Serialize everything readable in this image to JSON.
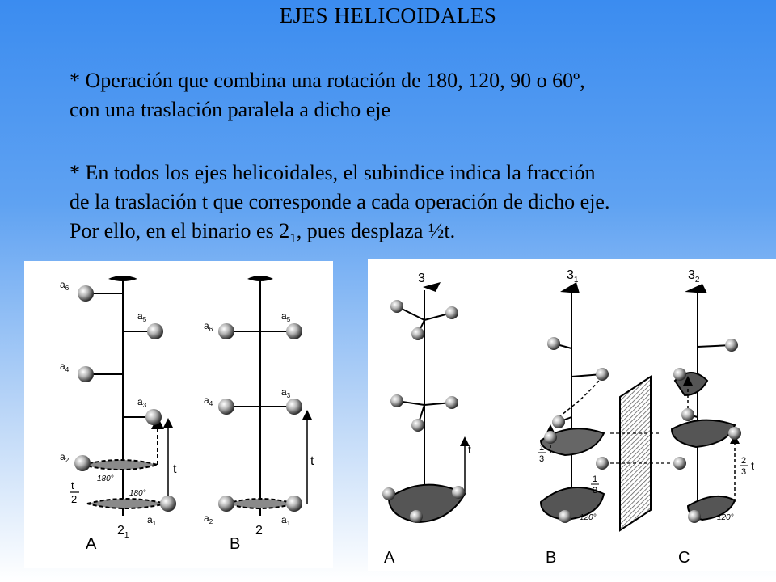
{
  "slide": {
    "title": "EJES HELICOIDALES",
    "para1_lines": [
      "* Operación que combina una rotación de 180, 120, 90 o 60º,",
      "con una traslación paralela a dicho eje"
    ],
    "para2_lines": [
      "* En todos los ejes helicoidales, el subindice indica la fracción",
      "de la traslación t que corresponde a cada operación de dicho eje."
    ],
    "para2_last": {
      "before": "Por ello, en el binario es 2",
      "subscript": "1",
      "after": ", pues desplaza ½t."
    }
  },
  "figure_left": {
    "panel_a_letter": "A",
    "panel_b_letter": "B",
    "axis_a_label": "2",
    "axis_a_subscript": "1",
    "axis_b_label": "2",
    "angle_label": "180°",
    "translation_label": "t",
    "half_fraction_num": "t",
    "half_fraction_den": "2",
    "atoms_a": [
      "a",
      "a",
      "a",
      "a",
      "a",
      "a"
    ],
    "atom_subs_a": [
      "6",
      "5",
      "4",
      "3",
      "2",
      "1"
    ],
    "atom_subs_b": [
      "6",
      "5",
      "4",
      "3",
      "2",
      "1"
    ]
  },
  "figure_right": {
    "panel_a_letter": "A",
    "panel_b_letter": "B",
    "panel_c_letter": "C",
    "axis_a_label": "3",
    "axis_b_label": "3",
    "axis_b_subscript": "1",
    "axis_c_label": "3",
    "axis_c_subscript": "2",
    "translation_label": "t",
    "angle_label": "120°",
    "third_num": "1",
    "third_den": "3",
    "two_thirds_num": "2",
    "two_thirds_den": "3"
  },
  "colors": {
    "background_top": "#3b8cf0",
    "background_bottom": "#ffffff",
    "panel": "#ffffff",
    "ink": "#000000"
  }
}
